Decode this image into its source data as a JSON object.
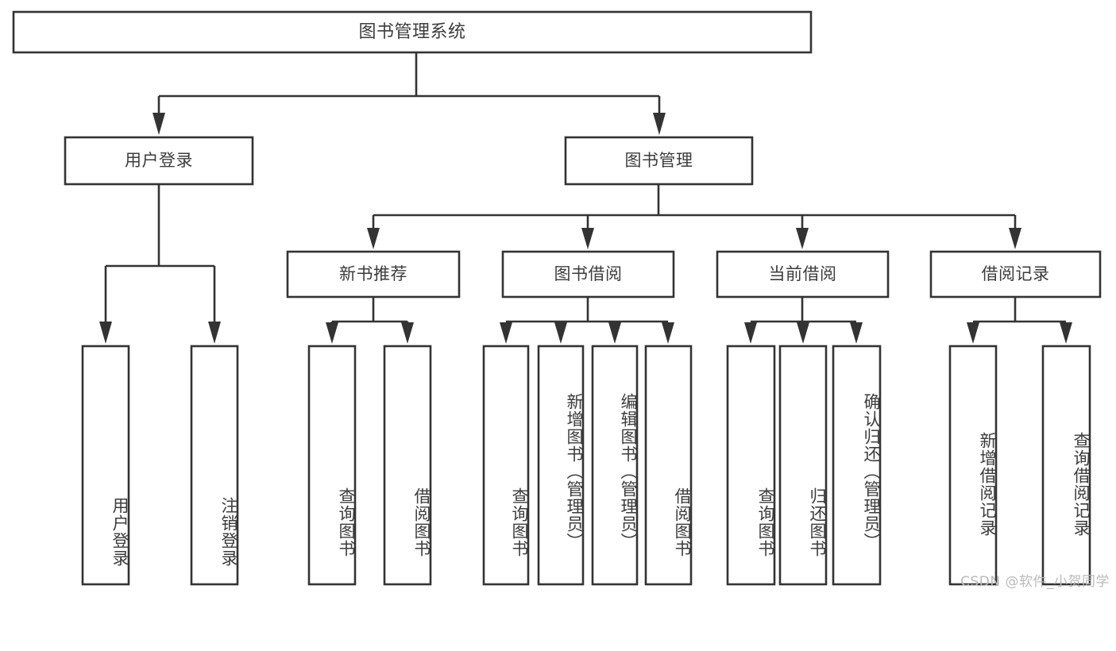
{
  "diagram": {
    "type": "tree",
    "root": {
      "label": "图书管理系统"
    },
    "level2": [
      {
        "label": "用户登录"
      },
      {
        "label": "图书管理"
      }
    ],
    "level3": [
      {
        "label": "新书推荐"
      },
      {
        "label": "图书借阅"
      },
      {
        "label": "当前借阅"
      },
      {
        "label": "借阅记录"
      }
    ],
    "leaves": {
      "user_login": [
        {
          "label": "用户登录"
        },
        {
          "label": "注销登录"
        }
      ],
      "new_book_recommend": [
        {
          "label": "查询图书"
        },
        {
          "label": "借阅图书"
        }
      ],
      "book_borrow": [
        {
          "label": "查询图书"
        },
        {
          "label": "新增图书（管理员）"
        },
        {
          "label": "编辑图书（管理员）"
        },
        {
          "label": "借阅图书"
        }
      ],
      "current_borrow": [
        {
          "label": "查询图书"
        },
        {
          "label": "归还图书"
        },
        {
          "label": "确认归还（管理员）"
        }
      ],
      "borrow_record": [
        {
          "label": "新增借阅记录"
        },
        {
          "label": "查询借阅记录"
        }
      ]
    }
  },
  "watermark": {
    "text": "CSDN @软件_小贺同学"
  },
  "colors": {
    "stroke": "#333333",
    "text": "#3c3c3c",
    "background": "#ffffff",
    "watermark": "#b9b9b9"
  }
}
